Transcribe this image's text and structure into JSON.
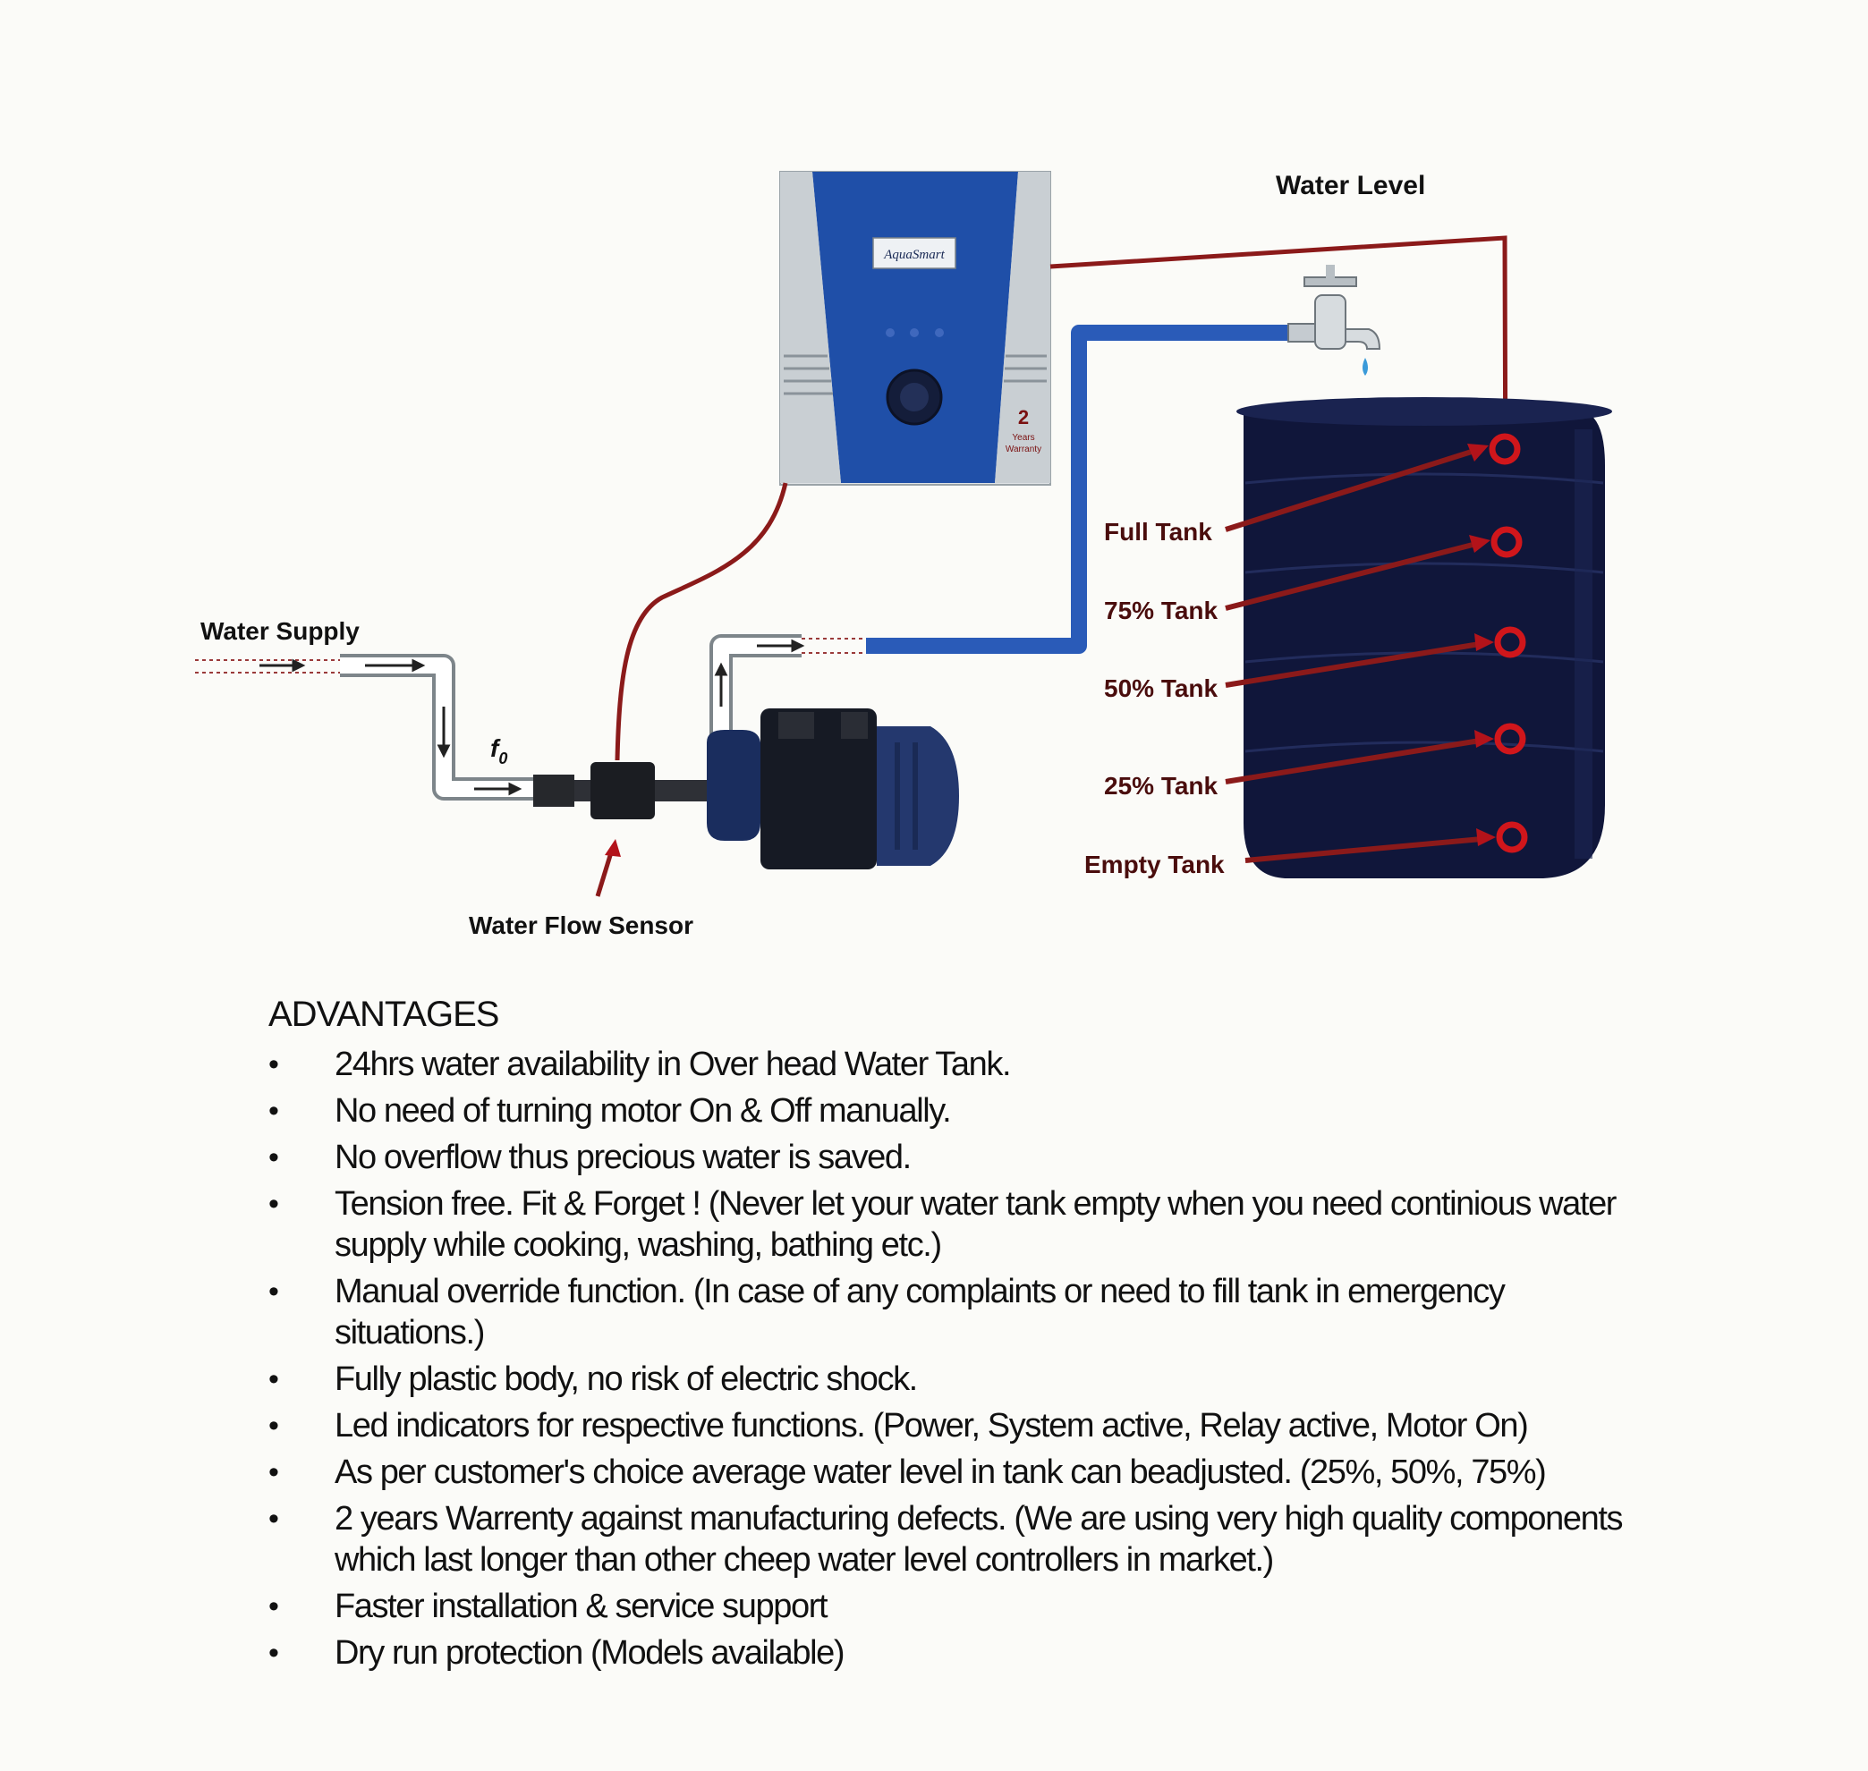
{
  "diagram": {
    "labels": {
      "water_level": "Water Level",
      "water_supply": "Water Supply",
      "flow_symbol": "f",
      "flow_symbol_sub": "0",
      "water_flow_sensor": "Water Flow Sensor"
    },
    "tank_levels": [
      {
        "label": "Full Tank"
      },
      {
        "label": "75% Tank"
      },
      {
        "label": "50% Tank"
      },
      {
        "label": "25% Tank"
      },
      {
        "label": "Empty Tank"
      }
    ],
    "controller": {
      "brand": "AquaSmart",
      "warranty_badge": [
        "2",
        "Years",
        "Warranty"
      ]
    },
    "colors": {
      "controller_blue": "#1f4fa8",
      "pipe_blue": "#2a5bb8",
      "wire_red": "#8b1a1a",
      "sensor_ring": "#d0161b",
      "tank_dark": "#10163a"
    }
  },
  "advantages": {
    "title": "ADVANTAGES",
    "items": [
      "24hrs water availability in Over head Water Tank.",
      "No need of turning motor On & Off manually.",
      "No overflow thus precious water is saved.",
      "Tension free. Fit & Forget ! (Never let your water tank empty when you need continious water supply while cooking, washing, bathing etc.)",
      "Manual override function. (In case of any complaints or need to fill tank in emergency situations.)",
      "Fully plastic body, no risk of electric shock.",
      "Led indicators for respective functions. (Power, System active, Relay active, Motor On)",
      "As per customer's choice average water level in tank can beadjusted. (25%, 50%, 75%)",
      "2 years Warrenty against manufacturing defects. (We are using very high quality components which last longer than other cheep water level controllers in market.)",
      "Faster installation & service support",
      "Dry run protection (Models available)"
    ]
  }
}
